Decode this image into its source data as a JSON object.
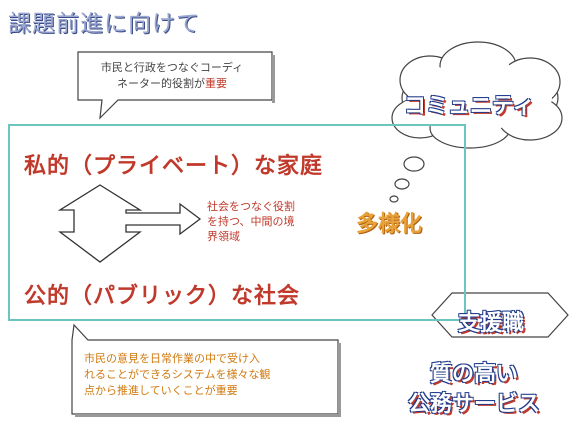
{
  "title": "課題前進に向けて",
  "bubble_top": {
    "line1": "市民と行政をつなぐコーディ",
    "line2_prefix": "ネーター的役割が",
    "line2_emphasis": "重要"
  },
  "private_label": "私的（プライベート）な家庭",
  "public_label": "公的（パブリック）な社会",
  "middle_text": {
    "line1": "社会をつなぐ役割",
    "line2": "を持つ、中間の境",
    "line3": "界領域"
  },
  "diversity": "多様化",
  "community": "コミュニティ",
  "support": "支援職",
  "quality": {
    "line1": "質の高い",
    "line2": "公務サービス"
  },
  "bubble_bottom": {
    "line1": "市民の意見を日常作業の中で受け入",
    "line2": "れることができるシステムを様々な観",
    "line3": "点から推進していくことが重要"
  },
  "colors": {
    "frame": "#6cc6c0",
    "accent_red": "#c0392b",
    "accent_orange": "#e8a23a",
    "title_blue": "#9aa7cf"
  }
}
